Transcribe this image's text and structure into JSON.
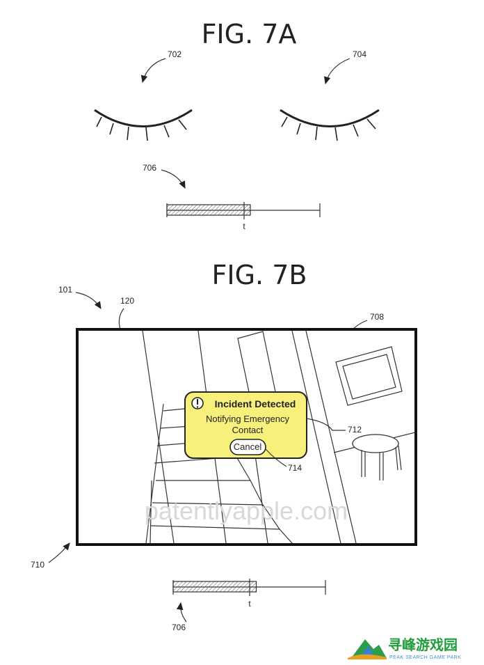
{
  "figures": {
    "fig_a": {
      "title": "FIG. 7A"
    },
    "fig_b": {
      "title": "FIG. 7B"
    }
  },
  "refs": {
    "r702": "702",
    "r704": "704",
    "r706_a": "706",
    "r706_b": "706",
    "r101": "101",
    "r120": "120",
    "r708": "708",
    "r710": "710",
    "r712": "712",
    "r714": "714"
  },
  "timeline_a": {
    "marker_label": "t",
    "progress": 0.5
  },
  "timeline_b": {
    "marker_label": "t",
    "progress": 0.5
  },
  "popup": {
    "title": "Incident Detected",
    "line1": "Notifying Emergency",
    "line2": "Contact",
    "cancel": "Cancel",
    "icon": "exclamation-icon",
    "fill_color": "#f7f07a"
  },
  "watermark": "patentlyapple.com",
  "logo": {
    "cn": "寻峰游戏园",
    "en": "PEAK SEARCH GAME PARK"
  }
}
